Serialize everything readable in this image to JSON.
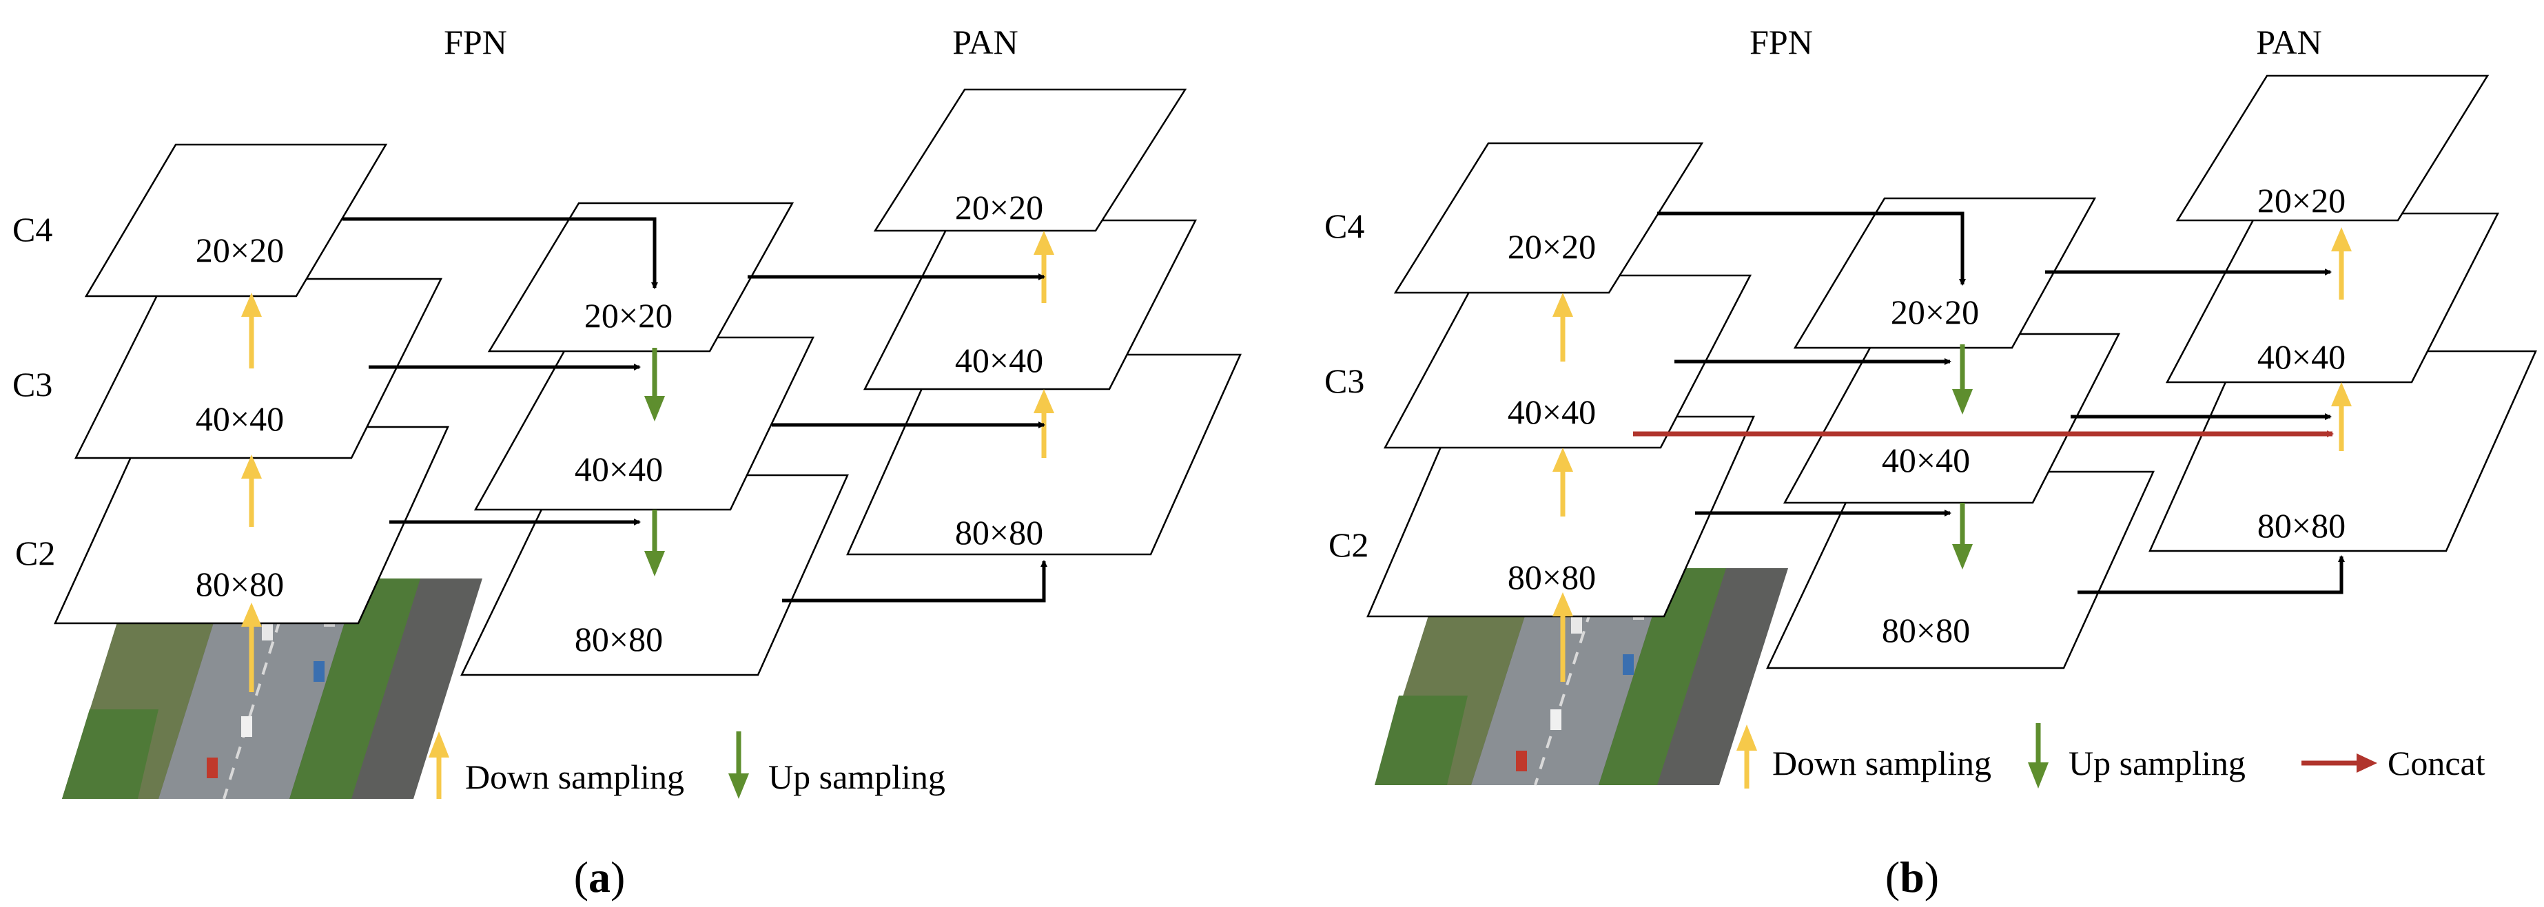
{
  "panels": [
    {
      "caption_open": "(",
      "caption_letter": "a",
      "caption_close": ")",
      "fpn_title": "FPN",
      "pan_title": "PAN",
      "backbone_labels": [
        "C4",
        "C3",
        "C2"
      ],
      "backbone_sizes": [
        "20×20",
        "40×40",
        "80×80"
      ],
      "fpn_sizes": [
        "20×20",
        "40×40",
        "80×80"
      ],
      "pan_sizes": [
        "20×20",
        "40×40",
        "80×80"
      ],
      "legend": {
        "down": "Down sampling",
        "up": "Up sampling"
      }
    },
    {
      "caption_open": "(",
      "caption_letter": "b",
      "caption_close": ")",
      "fpn_title": "FPN",
      "pan_title": "PAN",
      "backbone_labels": [
        "C4",
        "C3",
        "C2"
      ],
      "backbone_sizes": [
        "20×20",
        "40×40",
        "80×80"
      ],
      "fpn_sizes": [
        "20×20",
        "40×40",
        "80×80"
      ],
      "pan_sizes": [
        "20×20",
        "40×40",
        "80×80"
      ],
      "legend": {
        "down": "Down sampling",
        "up": "Up sampling",
        "concat": "Concat"
      }
    }
  ],
  "colors": {
    "down_arrow": "#f6c94a",
    "up_arrow": "#5e8e2e",
    "concat_arrow": "#b0342c",
    "flow_arrow": "#000000",
    "plane_fill": "#ffffff",
    "plane_stroke": "#000000",
    "road": "#8a8f94",
    "trees": "#4f7a38",
    "lot": "#5d5e5c"
  }
}
